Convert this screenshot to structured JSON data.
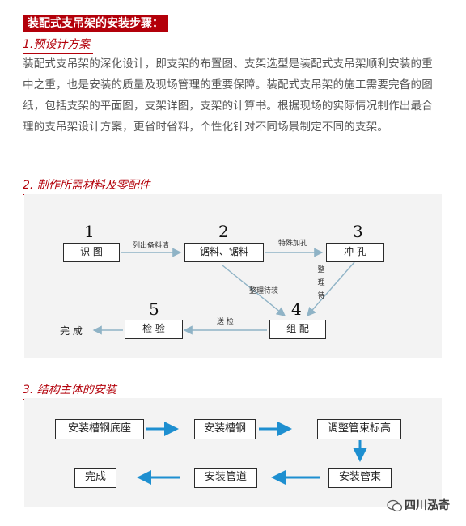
{
  "header": {
    "banner": "装配式支吊架的安装步骤："
  },
  "sections": [
    {
      "title": "1.预设计方案",
      "paragraph": "装配式支吊架的深化设计，即支架的布置图、支架选型是装配式支吊架顺利安装的重中之重，也是安装的质量及现场管理的重要保障。装配式支吊架的施工需要完备的图纸，包括支架的平面图，支架详图，支架的计算书。根据现场的实际情况制作出最合理的支吊架设计方案，更省时省料，个性化针对不同场景制定不同的支架。"
    },
    {
      "title": "2. 制作所需材料及零配件",
      "diagram": {
        "steps": [
          {
            "num": "1",
            "label": "识 图"
          },
          {
            "num": "2",
            "label": "锯料、锯料"
          },
          {
            "num": "3",
            "label": "冲 孔"
          },
          {
            "num": "4",
            "label": "组 配"
          },
          {
            "num": "5",
            "label": "检 验"
          }
        ],
        "end_label": "完 成",
        "edge_labels": {
          "e1_2": "列出备料清",
          "e2_3": "特殊加孔",
          "e2_4": "整理待装",
          "e3_4": "整理待",
          "e4_5": "送 检"
        }
      }
    },
    {
      "title": "3. 结构主体的安装",
      "diagram": {
        "top_row": [
          "安装槽钢底座",
          "安装槽钢",
          "调整管束标高"
        ],
        "bottom_row": [
          "完成",
          "安装管道",
          "安装管束"
        ],
        "arrow_color": "#1e8fd0"
      }
    }
  ],
  "watermark": {
    "text": "四川泓奇",
    "icon": "wechat-icon"
  }
}
